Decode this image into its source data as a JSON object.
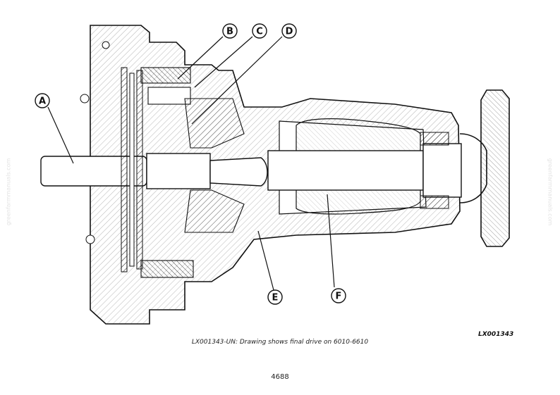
{
  "diagram": {
    "callouts": {
      "a": "A",
      "b": "B",
      "c": "C",
      "d": "D",
      "e": "E",
      "f": "F"
    },
    "drawing_id": "LX001343"
  },
  "caption": "LX001343-UN: Drawing shows final drive on 6010-6610",
  "page_number": "4688",
  "watermark": "greenfarmmanuals.com",
  "colors": {
    "line": "#111111",
    "background": "#ffffff"
  }
}
